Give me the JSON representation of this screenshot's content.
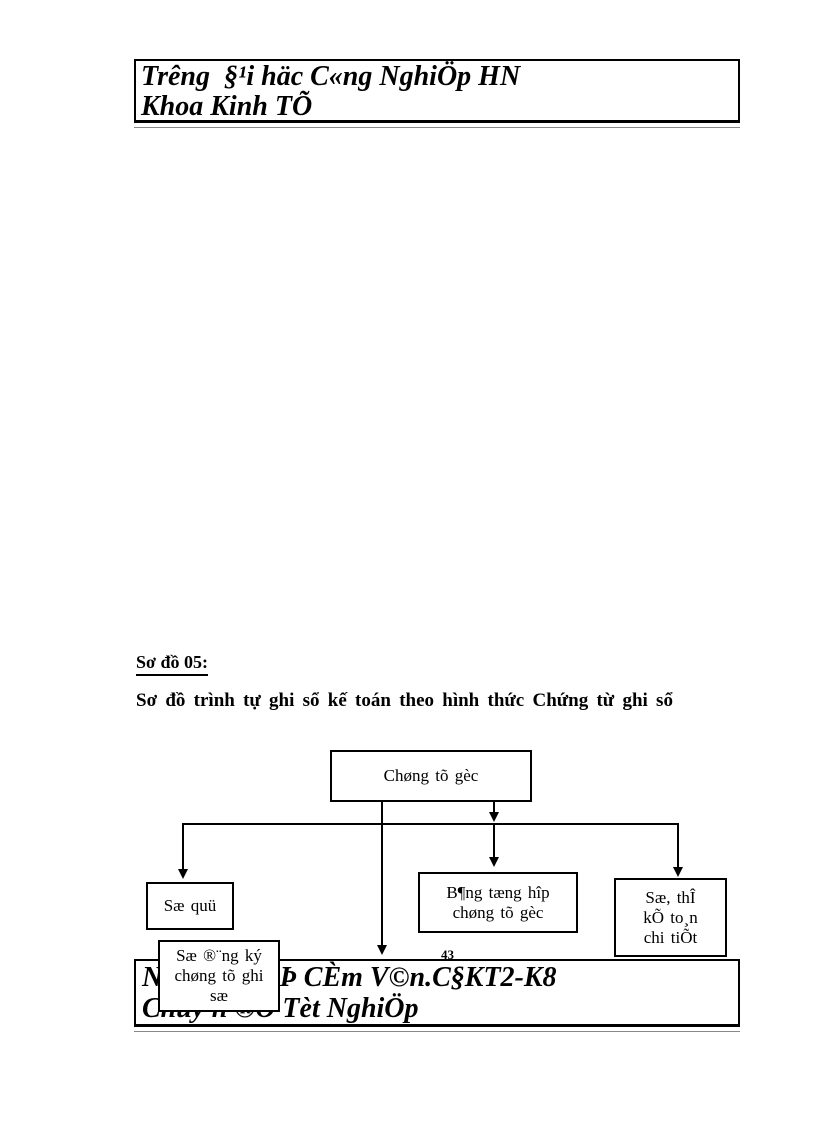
{
  "header": {
    "line1": "Trêng  §¹i häc C«ng NghiÖp HN",
    "line2": "Khoa Kinh TÕ"
  },
  "section": {
    "label": "Sơ đồ 05:",
    "title": "Sơ đồ trình tự ghi sổ kế toán theo hình thức Chứng từ ghi sổ"
  },
  "flowchart": {
    "nodes": [
      {
        "id": "chung-tu-goc",
        "text": "Chøng tõ gèc"
      },
      {
        "id": "so-quy",
        "text": "Sæ quü"
      },
      {
        "id": "bang-tong-hop-chung-tu-goc",
        "text": "B¶ng tæng hîp chøng tõ gèc"
      },
      {
        "id": "so-the-ke-toan-chi-tiet",
        "text": "Sæ, thÎ kÕ to¸n chi tiÕt"
      },
      {
        "id": "so-dang-ky-chung-tu-ghi-so",
        "text": "Sæ ®¨ng ký chøng tõ ghi sæ"
      }
    ]
  },
  "footer": {
    "line1": "NguyÔn ThÞ CÈm V©n.C§KT2-K8",
    "line2": "Chuyªn ®Ò Tèt NghiÖp",
    "page_number": "43"
  },
  "colors": {
    "ink": "#000000",
    "paper": "#ffffff"
  }
}
